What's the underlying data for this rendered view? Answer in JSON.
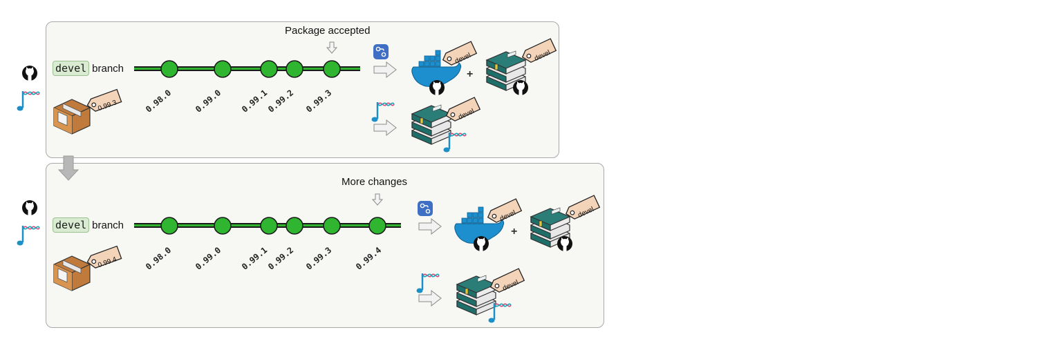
{
  "panels": [
    {
      "title": "Package accepted",
      "branch_code": "devel",
      "branch_word": "branch",
      "versions": [
        "0.98.0",
        "0.99.0",
        "0.99.1",
        "0.99.2",
        "0.99.3"
      ],
      "package_tag": "0.99.3",
      "container_tag": "devel",
      "repo_tag": "devel",
      "bioc_tag": "devel",
      "plus": "+"
    },
    {
      "title": "More changes",
      "branch_code": "devel",
      "branch_word": "branch",
      "versions": [
        "0.98.0",
        "0.99.0",
        "0.99.1",
        "0.99.2",
        "0.99.3",
        "0.99.4"
      ],
      "package_tag": "0.99.4",
      "container_tag": "devel",
      "repo_tag": "devel",
      "bioc_tag": "devel",
      "plus": "+"
    }
  ],
  "icons": [
    "github-icon",
    "bioconductor-icon",
    "package-box-icon",
    "github-actions-icon",
    "docker-icon",
    "book-stack-icon",
    "arrow-icon"
  ],
  "colors": {
    "commit_node": "#2fb52f",
    "branch_line": "#1f8a1f",
    "tag_fill": "#f3d4b8",
    "panel_bg": "#f7f8f4"
  }
}
